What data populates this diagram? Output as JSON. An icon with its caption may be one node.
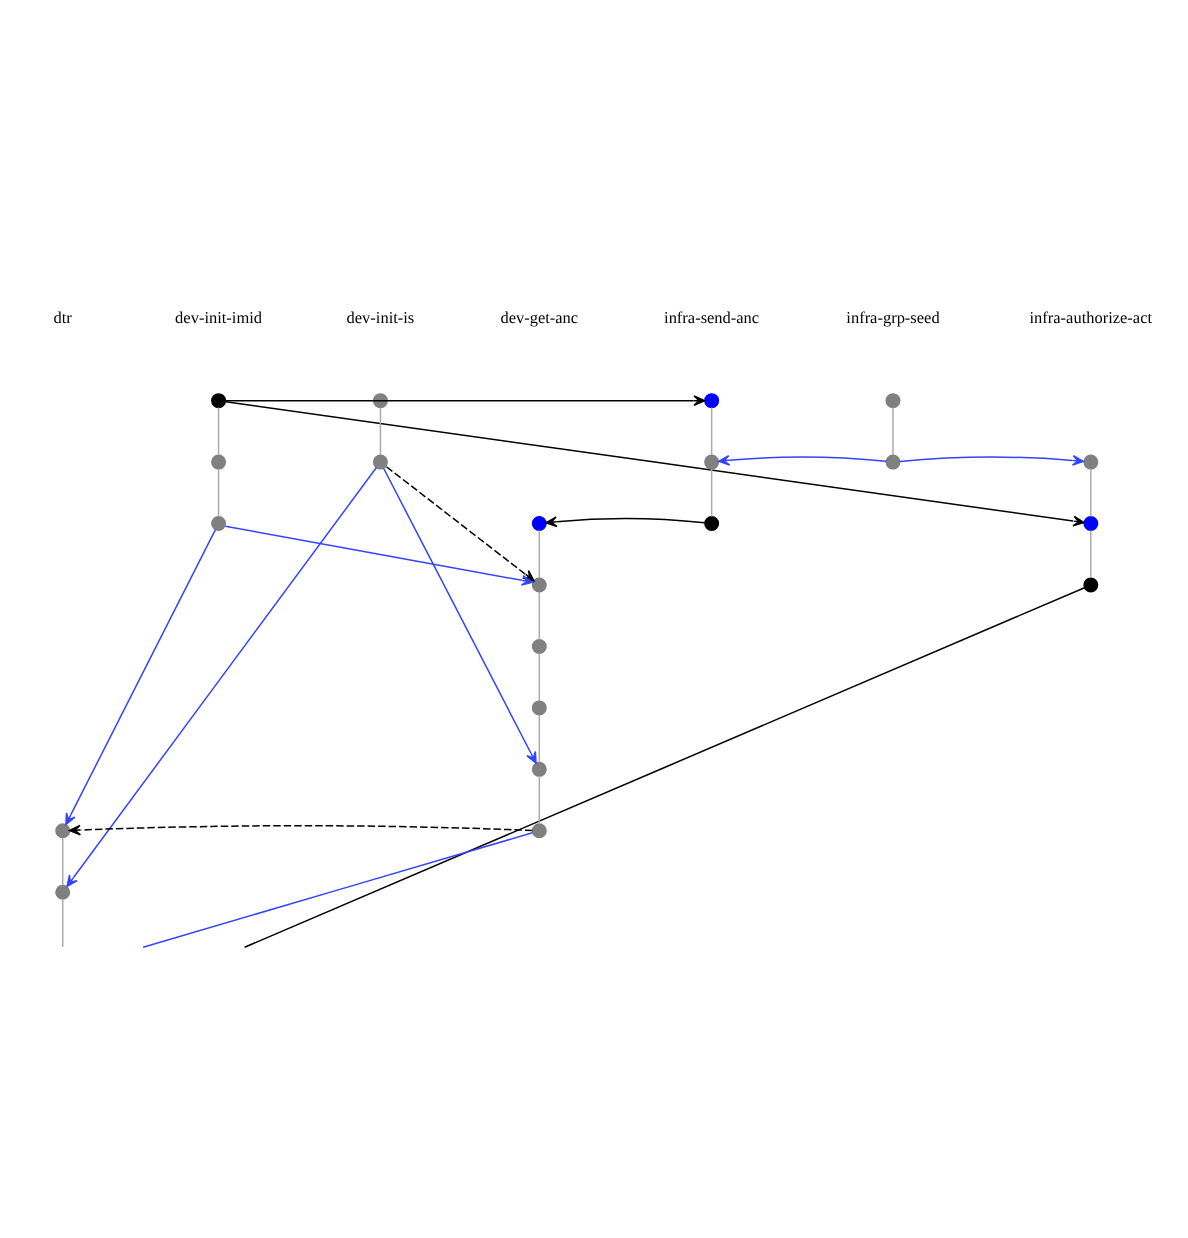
{
  "diagram": {
    "nodes": [
      {
        "text": [],
        "shape": "circle"
      },
      {
        "text": [],
        "shape": "circle"
      },
      {
        "text": [],
        "shape": "circle"
      },
      {
        "text": [],
        "shape": "circle"
      },
      {
        "text": [],
        "shape": "circle"
      },
      {
        "text": [],
        "shape": "circle"
      },
      {
        "text": [],
        "shape": "circle"
      },
      {
        "text": [],
        "shape": "circle"
      },
      {
        "text": [],
        "shape": "circle"
      },
      {
        "text": [],
        "shape": "circle"
      },
      {
        "text": [],
        "shape": "circle"
      },
      {
        "text": [],
        "shape": "circle"
      },
      {
        "text": [],
        "shape": "circle"
      },
      {
        "text": [],
        "shape": "circle"
      },
      {
        "text": [],
        "shape": "circle"
      },
      {
        "text": [],
        "shape": "circle"
      },
      {
        "text": [],
        "shape": "circle"
      },
      {
        "text": [],
        "shape": "circle"
      },
      {
        "text": [],
        "shape": "circle"
      },
      {
        "text": [],
        "shape": "circle"
      },
      {
        "text": [],
        "shape": "circle"
      }
    ],
    "edges": [
      {
        "from": 0,
        "to": 4,
        "arrow": "none"
      },
      {
        "from": 4,
        "to": 9,
        "arrow": "none"
      },
      {
        "from": 1,
        "to": 5,
        "arrow": "none"
      },
      {
        "from": 2,
        "to": 6,
        "arrow": "none"
      },
      {
        "from": 6,
        "to": 11,
        "arrow": "none"
      },
      {
        "from": 3,
        "to": 7,
        "arrow": "none"
      },
      {
        "from": 8,
        "to": 12,
        "arrow": "none"
      },
      {
        "from": 12,
        "to": 14,
        "arrow": "none"
      },
      {
        "from": 10,
        "to": 13,
        "arrow": "none"
      },
      {
        "from": 13,
        "to": 15,
        "arrow": "none"
      },
      {
        "from": 15,
        "to": 16,
        "arrow": "none"
      },
      {
        "from": 16,
        "to": 17,
        "arrow": "none"
      },
      {
        "from": 17,
        "to": 19,
        "arrow": "none"
      },
      {
        "from": 18,
        "to": 20,
        "arrow": "none"
      },
      {
        "from": 20,
        "to": null,
        "arrow": "none"
      },
      {
        "from": 0,
        "to": 2,
        "arrow": "to",
        "color": "#000000"
      },
      {
        "from": 0,
        "to": 12,
        "arrow": "to",
        "color": "#000000"
      },
      {
        "from": 7,
        "to": 6,
        "arrow": "to",
        "color": "#3344ff"
      },
      {
        "from": 7,
        "to": 8,
        "arrow": "to",
        "color": "#3344ff"
      },
      {
        "from": 11,
        "to": 10,
        "arrow": "to",
        "color": "#000000"
      },
      {
        "from": 5,
        "to": 13,
        "arrow": "to",
        "style": "dashed",
        "color": "#000000"
      },
      {
        "from": 9,
        "to": 13,
        "arrow": "to",
        "color": "#3344ff"
      },
      {
        "from": 9,
        "to": 18,
        "arrow": "to",
        "color": "#3344ff"
      },
      {
        "from": 5,
        "to": 20,
        "arrow": "to",
        "color": "#3344ff"
      },
      {
        "from": 5,
        "to": 17,
        "arrow": "to",
        "color": "#3344ff"
      },
      {
        "from": 19,
        "to": 18,
        "arrow": "to",
        "style": "dashed",
        "color": "#000000"
      },
      {
        "from": 19,
        "to": null,
        "arrow": "none",
        "color": "#3344ff"
      },
      {
        "from": 14,
        "to": null,
        "arrow": "none",
        "color": "#000000"
      }
    ],
    "labels": [
      "dtr",
      "dev-init-imid",
      "dev-init-is",
      "dev-get-anc",
      "infra-send-anc",
      "infra-grp-seed",
      "infra-authorize-act"
    ]
  }
}
